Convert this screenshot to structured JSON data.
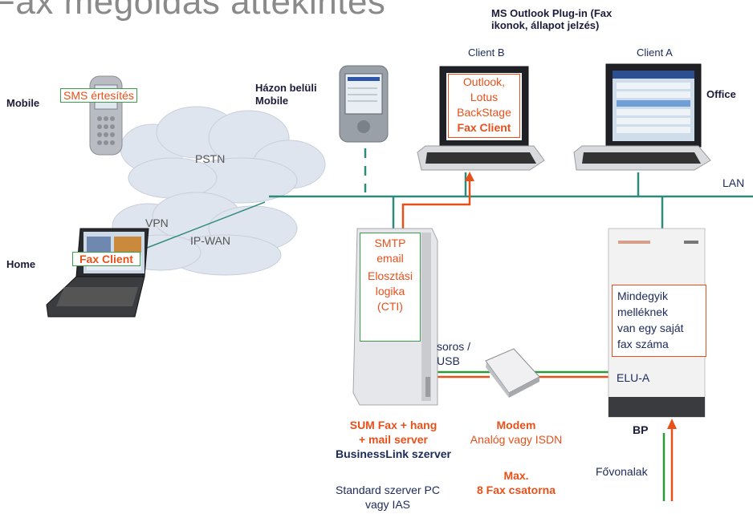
{
  "title": "Fax megoldás áttekintés",
  "plugin_note": [
    "MS Outlook Plug-in (Fax",
    "ikonok, állapot jelzés)"
  ],
  "client_b": {
    "label": "Client B",
    "screen_lines": [
      "Outlook,",
      "Lotus",
      "BackStage"
    ],
    "screen_bold": "Fax Client"
  },
  "client_a": {
    "label": "Client A"
  },
  "office": "Office",
  "lan": "LAN",
  "mobile": {
    "label": "Mobile",
    "sms_box": "SMS értesítés"
  },
  "inhouse_mobile": [
    "Házon belüli",
    "Mobile"
  ],
  "pstn": "PSTN",
  "vpn": "VPN",
  "ipwan": "IP-WAN",
  "home": {
    "label": "Home",
    "fax_box": "Fax Client"
  },
  "server": {
    "box_lines": [
      "SMTP",
      "email",
      "Elosztási",
      "logika",
      "(CTI)"
    ],
    "caption_orange": [
      "SUM Fax + hang",
      "+ mail server"
    ],
    "caption_navy": "BusinessLink szerver",
    "caption_gray": [
      "Standard szerver PC",
      "vagy IAS"
    ]
  },
  "serial": [
    "soros /",
    "USB"
  ],
  "modem": {
    "title": "Modem",
    "sub": "Analóg vagy ISDN"
  },
  "max": [
    "Max.",
    "8 Fax csatorna"
  ],
  "pbx": {
    "box_lines": [
      "Mindegyik",
      "melléknek",
      "van egy saját",
      "fax száma"
    ],
    "model": "ELU-A",
    "loc": "BP",
    "trunks": "Fővonalak"
  },
  "colors": {
    "lan_line": "#2f8a7a",
    "orange_line": "#e8501a",
    "green_line": "#2c9a3a",
    "title": "#8a8a8a",
    "navy": "#1c2a5a"
  }
}
